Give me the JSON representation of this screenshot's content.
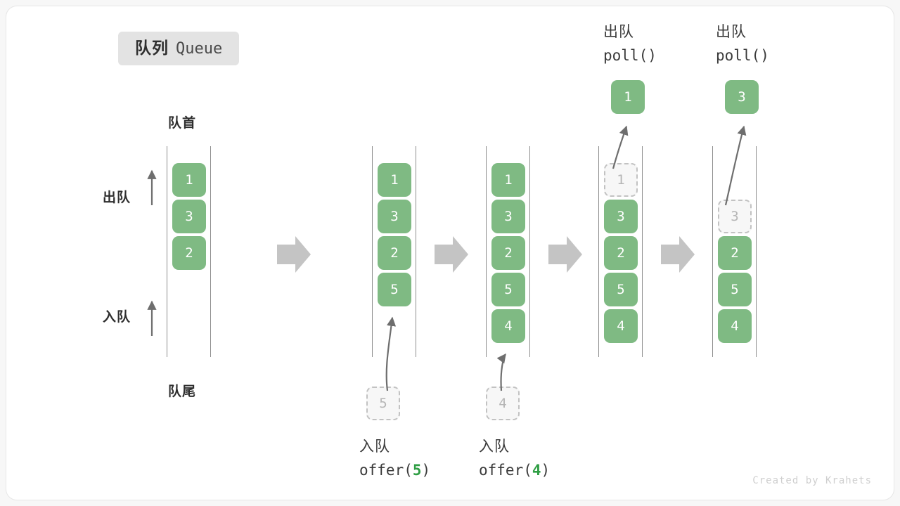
{
  "title": {
    "cn": "队列",
    "en": "Queue"
  },
  "labels": {
    "head": "队首",
    "tail": "队尾",
    "dequeue": "出队",
    "enqueue": "入队"
  },
  "credit": "Created by Krahets",
  "colors": {
    "item_fill": "#7fba83",
    "item_text": "#ffffff",
    "ghost_border": "#c2c2c2",
    "ghost_text": "#b5b5b5",
    "rail": "#8d8d8d",
    "arrow": "#6e6e6e",
    "step_arrow": "#c4c4c4",
    "accent_green": "#2f9e44",
    "badge_bg": "#e3e3e3",
    "text": "#2e2e2e"
  },
  "columns": [
    {
      "id": "initial",
      "items": [
        {
          "value": "1",
          "state": "filled"
        },
        {
          "value": "3",
          "state": "filled"
        },
        {
          "value": "2",
          "state": "filled"
        }
      ],
      "popped": null,
      "incoming": null,
      "op_cn": null,
      "op_code": null,
      "op_arg": null
    },
    {
      "id": "offer-5",
      "items": [
        {
          "value": "1",
          "state": "filled"
        },
        {
          "value": "3",
          "state": "filled"
        },
        {
          "value": "2",
          "state": "filled"
        },
        {
          "value": "5",
          "state": "filled"
        }
      ],
      "popped": null,
      "incoming": "5",
      "op_cn": "入队",
      "op_code_prefix": "offer(",
      "op_arg": "5",
      "op_code_suffix": ")"
    },
    {
      "id": "offer-4",
      "items": [
        {
          "value": "1",
          "state": "filled"
        },
        {
          "value": "3",
          "state": "filled"
        },
        {
          "value": "2",
          "state": "filled"
        },
        {
          "value": "5",
          "state": "filled"
        },
        {
          "value": "4",
          "state": "filled"
        }
      ],
      "popped": null,
      "incoming": "4",
      "op_cn": "入队",
      "op_code_prefix": "offer(",
      "op_arg": "4",
      "op_code_suffix": ")"
    },
    {
      "id": "poll-1",
      "items": [
        {
          "value": "1",
          "state": "ghost"
        },
        {
          "value": "3",
          "state": "filled"
        },
        {
          "value": "2",
          "state": "filled"
        },
        {
          "value": "5",
          "state": "filled"
        },
        {
          "value": "4",
          "state": "filled"
        }
      ],
      "popped": "1",
      "incoming": null,
      "op_cn": "出队",
      "op_code": "poll()"
    },
    {
      "id": "poll-3",
      "items": [
        {
          "value": "3",
          "state": "ghost"
        },
        {
          "value": "2",
          "state": "filled"
        },
        {
          "value": "5",
          "state": "filled"
        },
        {
          "value": "4",
          "state": "filled"
        }
      ],
      "popped": "3",
      "incoming": null,
      "op_cn": "出队",
      "op_code": "poll()"
    }
  ]
}
